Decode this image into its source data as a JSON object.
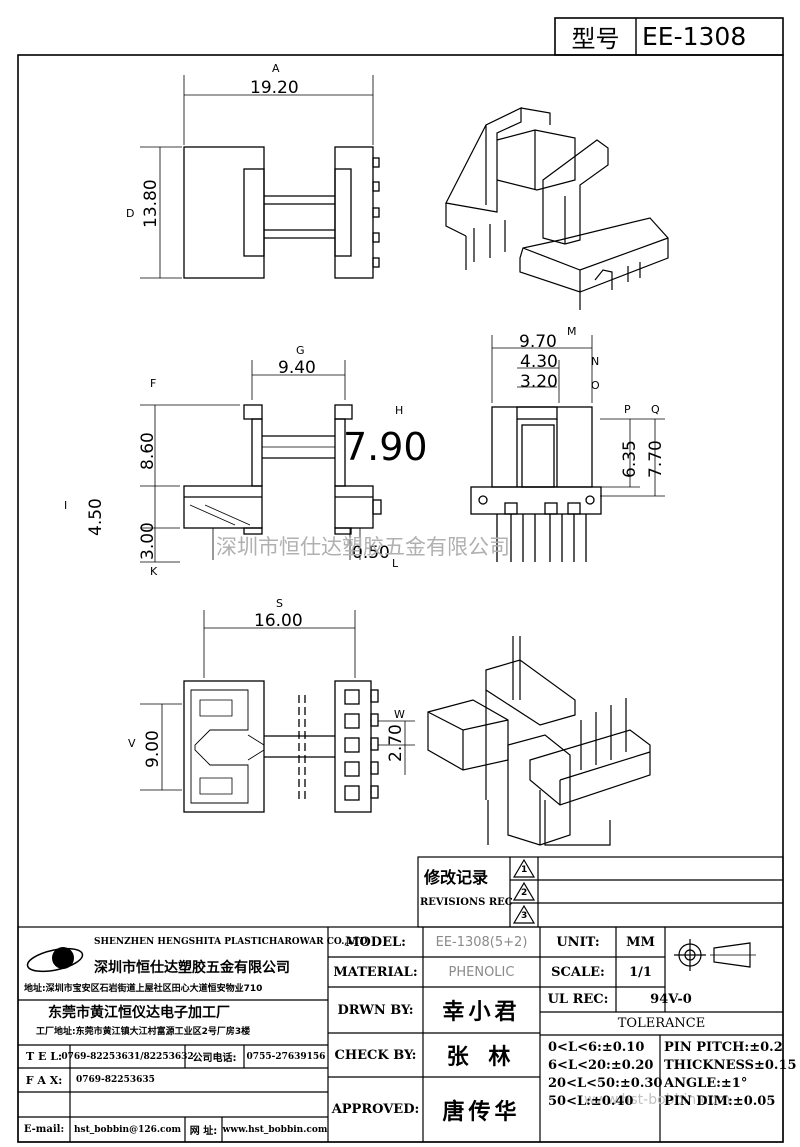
{
  "header": {
    "type_label": "型号",
    "type_value": "EE-1308"
  },
  "dimensions": {
    "A": {
      "letter": "A",
      "value": "19.20"
    },
    "D": {
      "letter": "D",
      "value": "13.80"
    },
    "G": {
      "letter": "G",
      "value": "9.40"
    },
    "H": {
      "letter": "H",
      "value": "7.90"
    },
    "F": {
      "letter": "F",
      "value": "8.60"
    },
    "I": {
      "letter": "I",
      "value": "4.50"
    },
    "K": {
      "letter": "K",
      "value": "3.00"
    },
    "L": {
      "letter": "L",
      "value": "0.50"
    },
    "M": {
      "letter": "M",
      "value": "9.70"
    },
    "N": {
      "letter": "N",
      "value": "4.30"
    },
    "O": {
      "letter": "O",
      "value": "3.20"
    },
    "P": {
      "letter": "P",
      "value": "6.35"
    },
    "Q": {
      "letter": "Q",
      "value": "7.70"
    },
    "S": {
      "letter": "S",
      "value": "16.00"
    },
    "V": {
      "letter": "V",
      "value": "9.00"
    },
    "W": {
      "letter": "W",
      "value": "2.70"
    }
  },
  "watermark": "深圳市恒仕达塑胶五金有限公司",
  "watermark2": "www.hst-bobbin.com",
  "revisions": {
    "title_cn": "修改记录",
    "title_en": "REVISIONS REC",
    "marks": [
      "1",
      "2",
      "3"
    ]
  },
  "company": {
    "name_en": "SHENZHEN HENGSHITA PLASTICHAROWAR CO.,LTD",
    "name_cn": "深圳市恒仕达塑胶五金有限公司",
    "address": "地址:深圳市宝安区石岩街道上屋社区田心大道恒安物业710",
    "factory": "东莞市黄江恒仪达电子加工厂",
    "factory_address": "工厂地址:东莞市黄江镇大江村富源工业区2号厂房3楼",
    "tel_label": "T E L:",
    "tel": "0769-82253631/82253632",
    "company_phone_label": "公司电话:",
    "company_phone": "0755-27639156",
    "fax_label": "F A X:",
    "fax": "0769-82253635",
    "email_label": "E-mail:",
    "email": "hst_bobbin@126.com",
    "web_label": "网 址:",
    "web": "www.hst_bobbin.com"
  },
  "title_block": {
    "model_label": "MODEL:",
    "model_value": "EE-1308(5+2)",
    "material_label": "MATERIAL:",
    "material_value": "PHENOLIC",
    "drawn_label": "DRWN BY:",
    "drawn_value": "幸小君",
    "check_label": "CHECK BY:",
    "check_value": "张 林",
    "approved_label": "APPROVED:",
    "approved_value": "唐传华",
    "unit_label": "UNIT:",
    "unit_value": "MM",
    "scale_label": "SCALE:",
    "scale_value": "1/1",
    "ul_label": "UL REC:",
    "ul_value": "94V-0",
    "tolerance_label": "TOLERANCE",
    "tolerances": [
      "0<L<6:±0.10",
      "6<L<20:±0.20",
      "20<L<50:±0.30",
      "50<L:±0.40"
    ],
    "specs": [
      "PIN PITCH:±0.2",
      "THICKNESS±0.15",
      "ANGLE:±1°",
      "PIN DIM:±0.05"
    ]
  }
}
